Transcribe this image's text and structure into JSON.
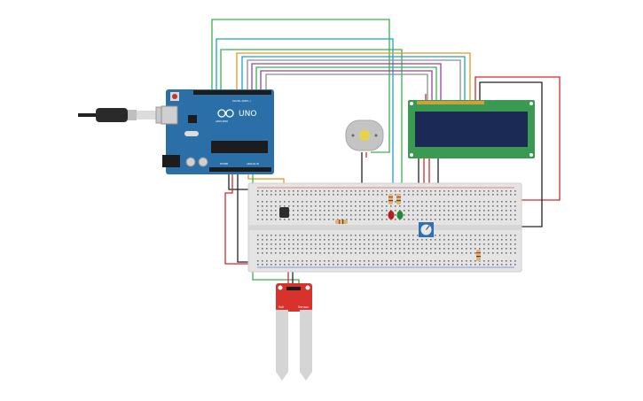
{
  "arduino": {
    "model": "UNO",
    "brand": "ARDUINO",
    "header_digital": "DIGITAL (PWM~)",
    "header_power": "POWER",
    "header_analog": "ANALOG IN"
  },
  "soil_sensor": {
    "label_left": "Soil",
    "label_right": "Sensor"
  },
  "colors": {
    "wire_green": "#35b34a",
    "wire_orange": "#e8961c",
    "wire_teal": "#1aa3c4",
    "wire_purple": "#9a3fa8",
    "wire_gray": "#8d8d8d",
    "wire_red": "#d62828",
    "wire_black": "#222222",
    "board_blue": "#2a6fa8",
    "lcd_green": "#3a9a52",
    "lcd_screen": "#1b2a55",
    "sensor_red": "#d8322d",
    "breadboard": "#e4e4e4"
  }
}
